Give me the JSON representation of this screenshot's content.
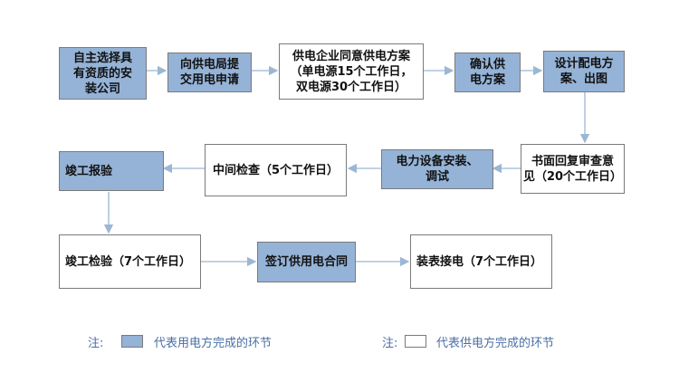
{
  "steps": {
    "s1": "自主选择具\n有资质的安\n装公司",
    "s2": "向供电局提\n交用电申请",
    "s3": "供电企业同意供电方案\n（单电源15个工作日，\n双电源30个工作日）",
    "s4": "确认供\n电方案",
    "s5": "设计配电方\n案、出图",
    "s6": "书面回复审查意\n见（20个工作日）",
    "s7": "电力设备安装、\n调试",
    "s8": "中间检查（5个工作日）",
    "s9": "竣工报验",
    "s10": "竣工检验（7个工作日）",
    "s11": "签订供用电合同",
    "s12": "装表接电（7个工作日）"
  },
  "legend": {
    "note_label": "注:",
    "blue_text": "代表用电方完成的环节",
    "white_text": "代表供电方完成的环节"
  },
  "colors": {
    "user_step": "#95b3d7",
    "supplier_step": "#ffffff",
    "arrow": "#9bb7d4"
  }
}
